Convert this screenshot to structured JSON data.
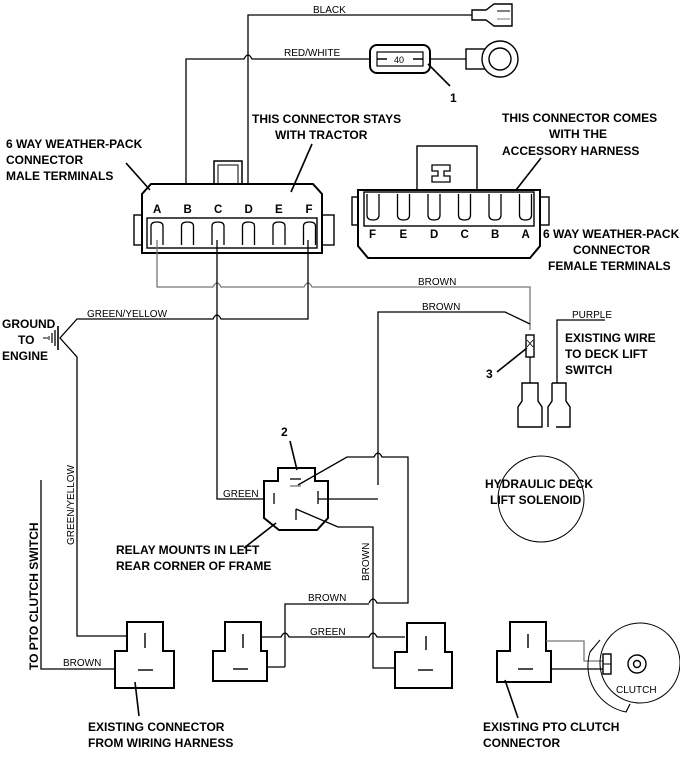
{
  "diagram": {
    "type": "wiring-diagram",
    "wire_labels": {
      "black": "BLACK",
      "red_white": "RED/WHITE",
      "brown_top": "BROWN",
      "brown_mid": "BROWN",
      "purple": "PURPLE",
      "green_yellow_h": "GREEN/YELLOW",
      "green_yellow_v": "GREEN/YELLOW",
      "green_relay": "GREEN",
      "brown_vertical": "BROWN",
      "brown_lower": "BROWN",
      "green_lower": "GREEN",
      "brown_left": "BROWN"
    },
    "fuse": {
      "rating": "40"
    },
    "callouts": [
      "1",
      "2",
      "3"
    ],
    "male_connector": {
      "pins": [
        "A",
        "B",
        "C",
        "D",
        "E",
        "F"
      ],
      "label_lines": [
        "6 WAY WEATHER-PACK",
        "CONNECTOR",
        "MALE TERMINALS"
      ],
      "note_lines": [
        "THIS CONNECTOR STAYS",
        "WITH TRACTOR"
      ]
    },
    "female_connector": {
      "pins": [
        "F",
        "E",
        "D",
        "C",
        "B",
        "A"
      ],
      "label_lines": [
        "6 WAY WEATHER-PACK",
        "CONNECTOR",
        "FEMALE TERMINALS"
      ],
      "note_lines": [
        "THIS CONNECTOR COMES",
        "WITH THE",
        "ACCESSORY HARNESS"
      ]
    },
    "ground_lines": [
      "GROUND",
      "TO",
      "ENGINE"
    ],
    "deck_lift_lines": [
      "EXISTING WIRE",
      "TO DECK LIFT",
      "SWITCH"
    ],
    "solenoid_lines": [
      "HYDRAULIC DECK",
      "LIFT SOLENOID"
    ],
    "relay_lines": [
      "RELAY MOUNTS IN LEFT",
      "REAR CORNER OF FRAME"
    ],
    "pto_switch_label": "TO PTO CLUTCH SWITCH",
    "existing_connector_lines": [
      "EXISTING CONNECTOR",
      "FROM WIRING HARNESS"
    ],
    "pto_connector_lines": [
      "EXISTING PTO CLUTCH",
      "CONNECTOR"
    ],
    "clutch_label": "CLUTCH"
  }
}
